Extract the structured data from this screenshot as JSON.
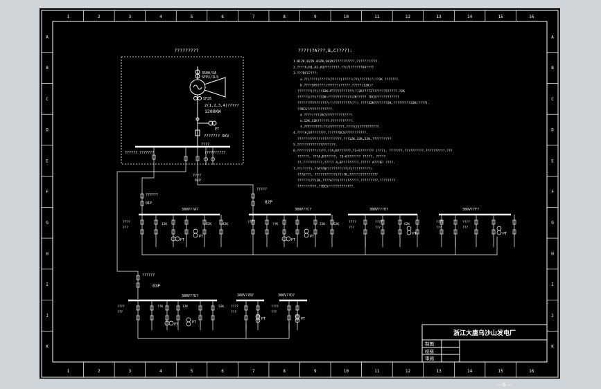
{
  "frame": {
    "col_labels": [
      "1",
      "2",
      "3",
      "4",
      "5",
      "6",
      "7",
      "8",
      "9",
      "10",
      "11",
      "12",
      "13",
      "14",
      "15",
      "16"
    ],
    "row_labels": [
      "A",
      "B",
      "C",
      "D",
      "E",
      "F",
      "G",
      "H",
      "I",
      "J",
      "K"
    ]
  },
  "generator_box": {
    "title": "?????????",
    "gen_rating_1": "3500/5A",
    "gen_rating_2": "SFP2/ILS",
    "gen_tag": "SF26",
    "gen_units": "2(1,2,3,4)?????",
    "gen_power": "1200KW",
    "pt_label": "PT",
    "breaker_label": "??????? 6KV",
    "bus_label": "????",
    "bus_left": "?????? ???????",
    "bus_right": "??????????",
    "feeder_tag": "????",
    "feeder_kv": "6kV"
  },
  "notes": {
    "title": "????(?A???,B,C????):",
    "lines": [
      "1.01ZK,02ZK,03ZK,04ZK???????????,???????????.",
      "2.????A,B1,A2,A3????????,??(?)??????A4????",
      "3.???DCS????:",
      "a.??(????)?????(?????)?????(??)?????(?)??2K       ???????.",
      "b.????SPS????(??????)?????.?????(12K)?",
      "???????(??)??32K~PT??????????(?)2K????2???????5?????.?2K",
      "?????1(??)??32K~??????????(?)2K?????      ?DCS????????????",
      "????????????????(?)?????????(??)        ????32K???????2K,?????????32K(????).",
      "??DCS?????????????.",
      "d.????(???)DCS?????????????.",
      "e.12K,32K??????.???????????.",
      "f.??T??????(??)????????,????(?)??????????.",
      "4.????A,B????????,??????DCS???????????.",
      "???????????????????????,???12K,32K,52K,??????????",
      "5.????????????????????.",
      "6.??????????(?)??,??A,B???????,?3~5???????      (???), ???????,??????????,??????????,???",
      "??????, ???A,B??????, ?3~6??????? ?????, ?????",
      "??,??????????,?????    A,B?????????,?????    A???B? ????.",
      "7.??(????),??A??B????????(??)?(?????????).",
      "???A???,   ???????????(??)?K,???????????????",
      "??????(??)2K,????A???(???)??????,?????????,????????",
      "??????????,??DCS?????????????."
    ]
  },
  "switchgear": {
    "feeder1_label": "??????",
    "feeder1_tag": "01P",
    "feeder2_label": "?????",
    "feeder2_tag": "02P",
    "feeder3_label": "??????",
    "feeder3_tag": "03P",
    "bus1": "380V??A?",
    "bus2": "380V??B?",
    "bus3": "380V??C?",
    "bus4": "380V??D?",
    "bus5": "380V???E?",
    "bus6": "380V??F?",
    "bus7": "380V??G?",
    "pt": "PT",
    "load_a": "????",
    "load_b": "???",
    "kw_a": "??K",
    "kw_b": "12K",
    "kw_c": "32K",
    "kw_d": "42K",
    "kw_e": "22K",
    "kw_f": "52K",
    "kw_g": "62K"
  },
  "title_block": {
    "company": "浙江大唐乌沙山发电厂",
    "row1": "制图",
    "row2": "校核",
    "row3": "审阅"
  },
  "footer": {
    "page": "— 6 —"
  }
}
